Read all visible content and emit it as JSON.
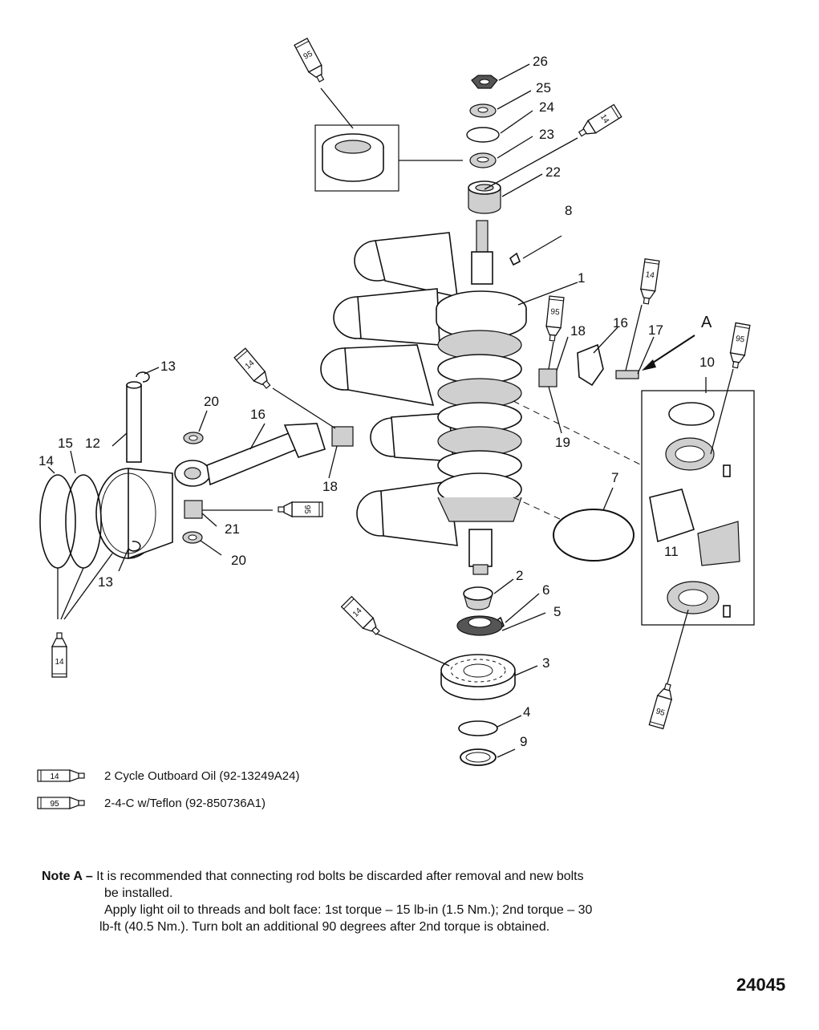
{
  "callouts": [
    "26",
    "25",
    "24",
    "23",
    "22",
    "8",
    "1",
    "A",
    "16",
    "17",
    "18",
    "10",
    "19",
    "7",
    "13",
    "20",
    "16",
    "15",
    "12",
    "14",
    "18",
    "21",
    "20",
    "13",
    "11",
    "2",
    "6",
    "5",
    "3",
    "4",
    "9"
  ],
  "tube_labels": [
    "95",
    "14",
    "14",
    "95",
    "95",
    "14",
    "95",
    "14",
    "95"
  ],
  "legend": [
    {
      "tube": "14",
      "text": "2 Cycle Outboard Oil (92-13249A24)"
    },
    {
      "tube": "95",
      "text": "2-4-C w/Teflon (92-850736A1)"
    }
  ],
  "note": {
    "label": "Note A –",
    "line1": "It is recommended that connecting rod bolts be discarded after removal and new bolts",
    "line2": "be  installed.",
    "line3": "Apply light oil to threads and bolt face: 1st torque – 15 lb-in (1.5 Nm.); 2nd torque – 30",
    "line4": "lb-ft (40.5      Nm.). Turn bolt an additional 90 degrees after 2nd torque is obtained."
  },
  "drawing_number": "24045"
}
